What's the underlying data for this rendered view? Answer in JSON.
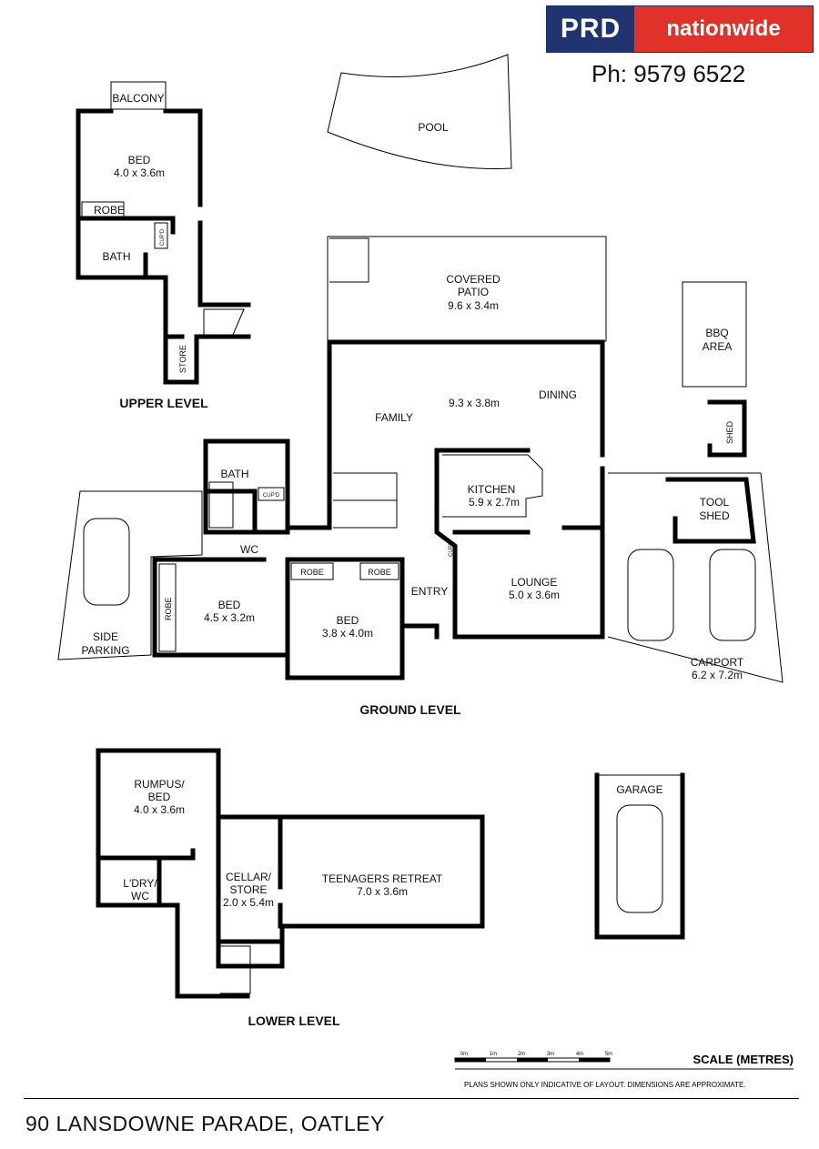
{
  "brand": {
    "left": "PRD",
    "right": "nationwide"
  },
  "phone": "Ph: 9579 6522",
  "address": "90 LANSDOWNE PARADE, OATLEY",
  "levels": {
    "upper": "UPPER LEVEL",
    "ground": "GROUND LEVEL",
    "lower": "LOWER LEVEL"
  },
  "rooms": {
    "balcony": "BALCONY",
    "upper_bed": "BED",
    "upper_bed_size": "4.0 x 3.6m",
    "upper_robe": "ROBE",
    "upper_bath": "BATH",
    "upper_cupd": "CUP'D",
    "store": "STORE",
    "pool": "POOL",
    "patio": "COVERED",
    "patio2": "PATIO",
    "patio_size": "9.6 x 3.4m",
    "bbq": "BBQ",
    "bbq2": "AREA",
    "shed": "SHED",
    "family": "FAMILY",
    "dining_size": "9.3 x 3.8m",
    "dining": "DINING",
    "kitchen": "KITCHEN",
    "kitchen_size": "5.9 x 2.7m",
    "lounge": "LOUNGE",
    "lounge_size": "5.0 x 3.6m",
    "entry": "ENTRY",
    "ground_bath": "BATH",
    "ground_cupd": "CUP'D",
    "kitchen_cupd": "CUP'D",
    "wc": "WC",
    "bed2": "BED",
    "bed2_size": "4.5 x 3.2m",
    "bed2_robe": "ROBE",
    "bed3": "BED",
    "bed3_size": "3.8 x 4.0m",
    "bed3_robe1": "ROBE",
    "bed3_robe2": "ROBE",
    "side_parking": "SIDE",
    "side_parking2": "PARKING",
    "tool_shed": "TOOL",
    "tool_shed2": "SHED",
    "carport": "CARPORT",
    "carport_size": "6.2 x 7.2m",
    "rumpus": "RUMPUS/",
    "rumpus2": "BED",
    "rumpus_size": "4.0 x 3.6m",
    "laundry": "L'DRY/",
    "laundry2": "WC",
    "cellar": "CELLAR/",
    "cellar2": "STORE",
    "cellar_size": "2.0 x 5.4m",
    "retreat": "TEENAGERS RETREAT",
    "retreat_size": "7.0 x 3.6m",
    "garage": "GARAGE"
  },
  "scale": {
    "title": "SCALE (METRES)",
    "ticks": [
      "0m",
      "1m",
      "2m",
      "3m",
      "4m",
      "5m"
    ],
    "disclaimer": "PLANS SHOWN ONLY INDICATIVE OF LAYOUT.  DIMENSIONS ARE APPROXIMATE."
  }
}
